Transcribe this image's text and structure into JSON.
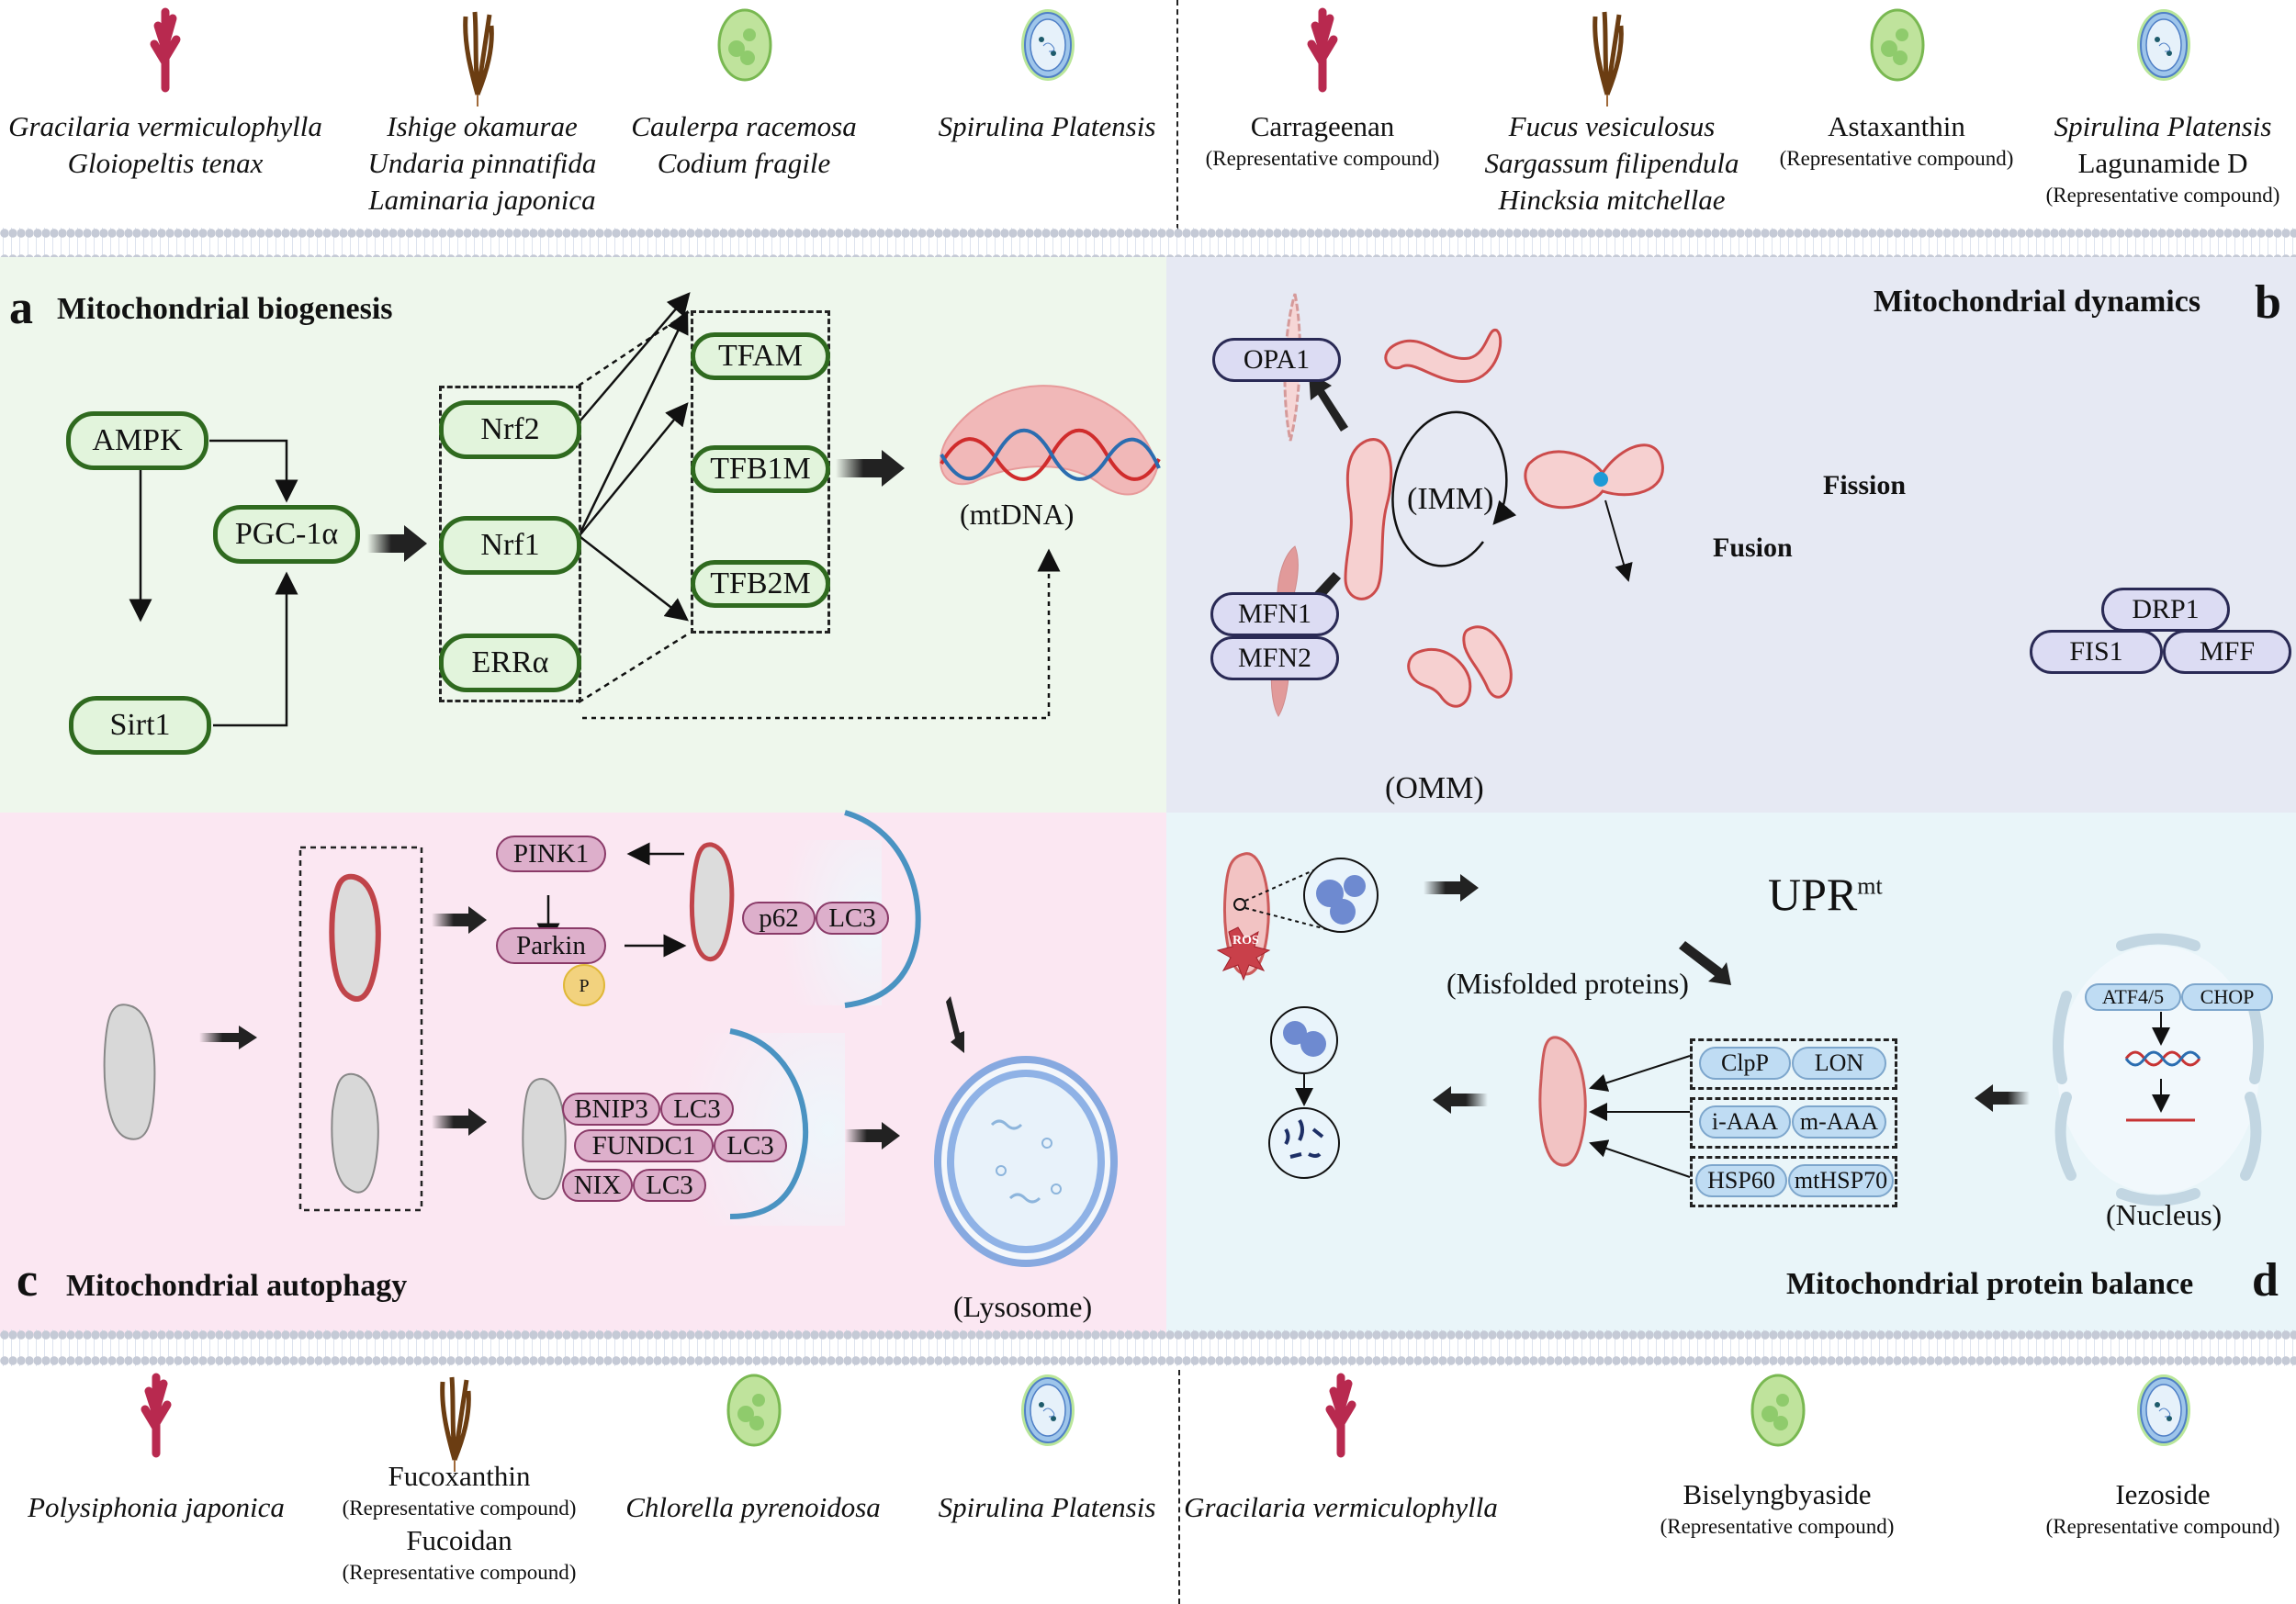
{
  "top_row": {
    "left": [
      {
        "icon": "red-algae-icon",
        "lines": [
          {
            "text": "Gracilaria vermiculophylla",
            "italic": true
          },
          {
            "text": "Gloiopeltis tenax",
            "italic": true
          }
        ]
      },
      {
        "icon": "brown-algae-icon",
        "lines": [
          {
            "text": "Ishige okamurae",
            "italic": true
          },
          {
            "text": "Undaria pinnatifida",
            "italic": true
          },
          {
            "text": "Laminaria japonica",
            "italic": true
          }
        ]
      },
      {
        "icon": "green-algae-icon",
        "lines": [
          {
            "text": "Caulerpa racemosa",
            "italic": true
          },
          {
            "text": "Codium fragile",
            "italic": true
          }
        ]
      },
      {
        "icon": "cyanobacteria-icon",
        "lines": [
          {
            "text": "Spirulina Platensis",
            "italic": true
          }
        ]
      }
    ],
    "right": [
      {
        "icon": "red-algae-icon",
        "lines": [
          {
            "text": "Carrageenan",
            "italic": false
          },
          {
            "text": "(Representative compound)",
            "italic": false,
            "small": true
          }
        ]
      },
      {
        "icon": "brown-algae-icon",
        "lines": [
          {
            "text": "Fucus vesiculosus",
            "italic": true
          },
          {
            "text": "Sargassum filipendula",
            "italic": true
          },
          {
            "text": "Hincksia mitchellae",
            "italic": true
          }
        ]
      },
      {
        "icon": "green-algae-icon",
        "lines": [
          {
            "text": "Astaxanthin",
            "italic": false
          },
          {
            "text": "(Representative compound)",
            "italic": false,
            "small": true
          }
        ]
      },
      {
        "icon": "cyanobacteria-icon",
        "lines": [
          {
            "text": "Spirulina Platensis",
            "italic": true
          },
          {
            "text": "Lagunamide D",
            "italic": false
          },
          {
            "text": "(Representative compound)",
            "italic": false,
            "small": true
          }
        ]
      }
    ]
  },
  "bottom_row": {
    "left": [
      {
        "icon": "red-algae-icon",
        "lines": [
          {
            "text": "Polysiphonia japonica",
            "italic": true
          }
        ]
      },
      {
        "icon": "brown-algae-icon",
        "lines": [
          {
            "text": "Fucoxanthin",
            "italic": false
          },
          {
            "text": "(Representative compound)",
            "italic": false,
            "small": true
          },
          {
            "text": "Fucoidan",
            "italic": false
          },
          {
            "text": "(Representative compound)",
            "italic": false,
            "small": true
          }
        ]
      },
      {
        "icon": "green-algae-icon",
        "lines": [
          {
            "text": "Chlorella pyrenoidosa",
            "italic": true
          }
        ]
      },
      {
        "icon": "cyanobacteria-icon",
        "lines": [
          {
            "text": "Spirulina Platensis",
            "italic": true
          }
        ]
      }
    ],
    "right": [
      {
        "icon": "red-algae-icon",
        "lines": [
          {
            "text": "Gracilaria vermiculophylla",
            "italic": true
          }
        ]
      },
      {
        "icon": "green-algae-icon",
        "lines": [
          {
            "text": "Biselyngbyaside",
            "italic": false
          },
          {
            "text": "(Representative compound)",
            "italic": false,
            "small": true
          }
        ]
      },
      {
        "icon": "cyanobacteria-icon",
        "lines": [
          {
            "text": "Iezoside",
            "italic": false
          },
          {
            "text": "(Representative compound)",
            "italic": false,
            "small": true
          }
        ]
      }
    ]
  },
  "panel_a": {
    "letter": "a",
    "title": "Mitochondrial biogenesis",
    "nodes": {
      "ampk": "AMPK",
      "sirt1": "Sirt1",
      "pgc": "PGC-1α",
      "nrf2": "Nrf2",
      "nrf1": "Nrf1",
      "erra": "ERRα",
      "tfam": "TFAM",
      "tfb1m": "TFB1M",
      "tfb2m": "TFB2M"
    },
    "mtdna_label": "(mtDNA)",
    "colors": {
      "node_border": "#2f6a1f",
      "node_fill": "#e2f4dc",
      "background": "#eef7ec"
    }
  },
  "panel_b": {
    "letter": "b",
    "title": "Mitochondrial dynamics",
    "nodes": {
      "opa1": "OPA1",
      "mfn1": "MFN1",
      "mfn2": "MFN2",
      "drp1": "DRP1",
      "fis1": "FIS1",
      "mff": "MFF"
    },
    "labels": {
      "imm": "(IMM)",
      "omm": "(OMM)",
      "fission": "Fission",
      "fusion": "Fusion"
    },
    "colors": {
      "node_border": "#2a2a55",
      "node_fill": "#dcdcf3",
      "background": "#e6e9f3"
    }
  },
  "panel_c": {
    "letter": "c",
    "title": "Mitochondrial autophagy",
    "nodes": {
      "pink1": "PINK1",
      "parkin": "Parkin",
      "p": "P",
      "p62": "p62",
      "lc3_a": "LC3",
      "bnip3": "BNIP3",
      "lc3_b": "LC3",
      "fundc1": "FUNDC1",
      "lc3_c": "LC3",
      "nix": "NIX",
      "lc3_d": "LC3"
    },
    "lysosome_label": "(Lysosome)",
    "colors": {
      "node_border": "#8a3a68",
      "node_fill": "#ddafcb",
      "background": "#fbe7f2",
      "phospho": "#f2d27e"
    }
  },
  "panel_d": {
    "letter": "d",
    "title": "Mitochondrial protein balance",
    "upr_main": "UPR",
    "upr_sup": "mt",
    "ros": "ROS",
    "misfolded_label": "(Misfolded proteins)",
    "nucleus_label": "(Nucleus)",
    "nodes": {
      "atf": "ATF4/5",
      "chop": "CHOP",
      "clpp": "ClpP",
      "lon": "LON",
      "iaaa": "i-AAA",
      "maaa": "m-AAA",
      "hsp60": "HSP60",
      "mthsp70": "mtHSP70"
    },
    "colors": {
      "node_border": "#7da6cc",
      "node_fill": "#bfdcf3",
      "background": "#e9f5f9"
    }
  }
}
